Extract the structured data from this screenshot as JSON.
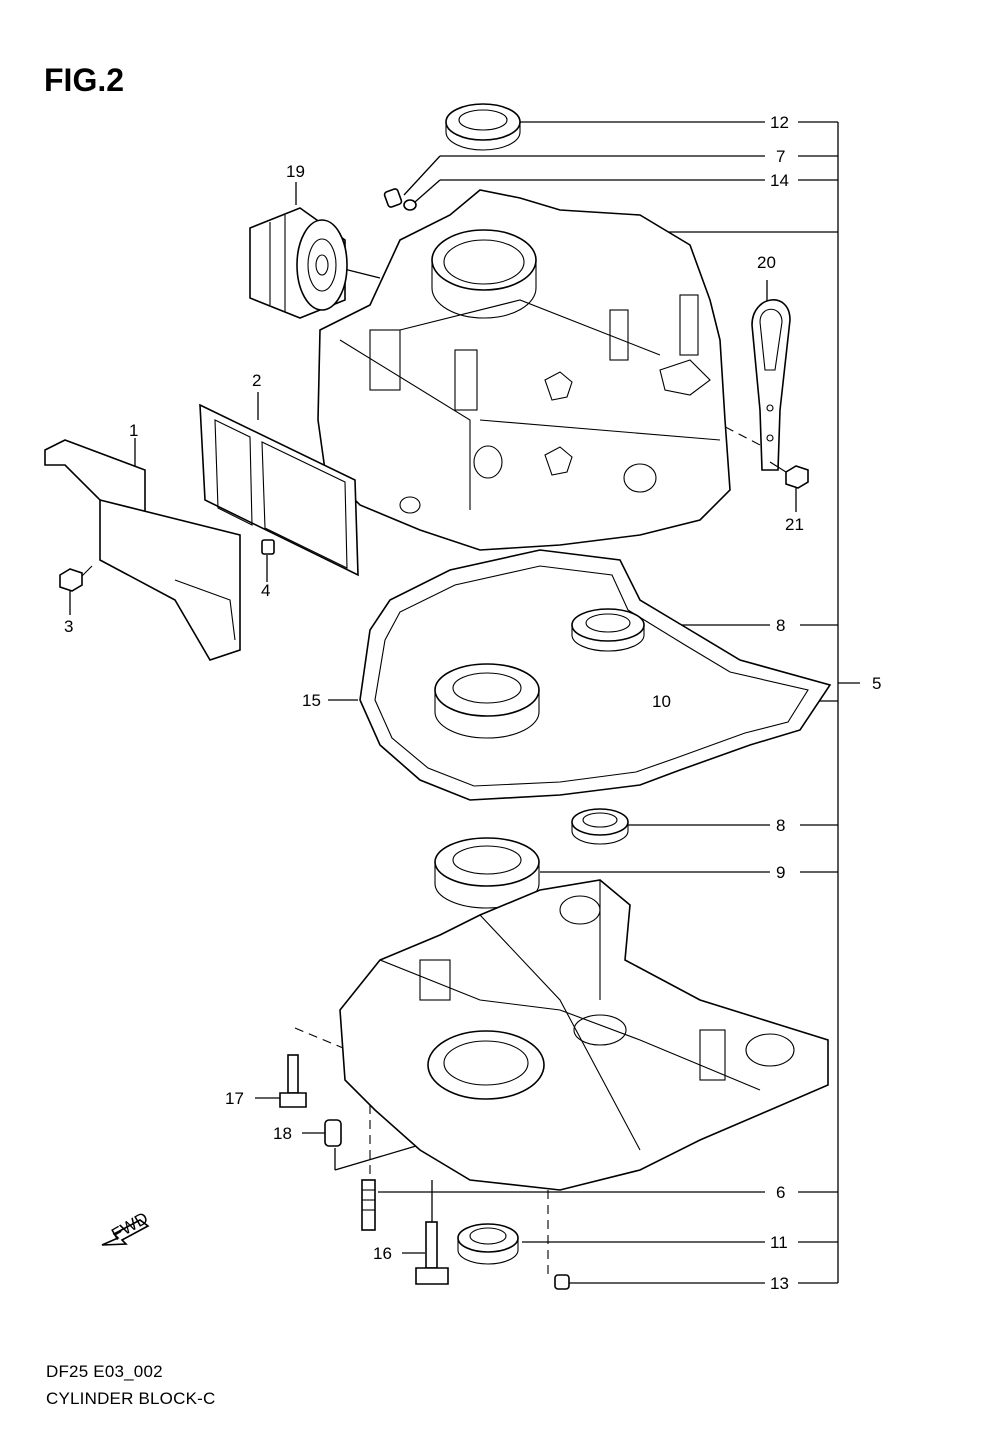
{
  "figure": {
    "title": "FIG.2",
    "model_code": "DF25 E03_002",
    "name": "CYLINDER BLOCK-C",
    "fwd_label": "FWD"
  },
  "callouts": [
    {
      "id": "c12",
      "label": "12"
    },
    {
      "id": "c7",
      "label": "7"
    },
    {
      "id": "c14",
      "label": "14"
    },
    {
      "id": "c19",
      "label": "19"
    },
    {
      "id": "c20",
      "label": "20"
    },
    {
      "id": "c2",
      "label": "2"
    },
    {
      "id": "c1",
      "label": "1"
    },
    {
      "id": "c21",
      "label": "21"
    },
    {
      "id": "c4",
      "label": "4"
    },
    {
      "id": "c3",
      "label": "3"
    },
    {
      "id": "c8a",
      "label": "8"
    },
    {
      "id": "c5",
      "label": "5"
    },
    {
      "id": "c15",
      "label": "15"
    },
    {
      "id": "c10",
      "label": "10"
    },
    {
      "id": "c8b",
      "label": "8"
    },
    {
      "id": "c9",
      "label": "9"
    },
    {
      "id": "c17",
      "label": "17"
    },
    {
      "id": "c18",
      "label": "18"
    },
    {
      "id": "c6",
      "label": "6"
    },
    {
      "id": "c16",
      "label": "16"
    },
    {
      "id": "c11",
      "label": "11"
    },
    {
      "id": "c13",
      "label": "13"
    }
  ]
}
